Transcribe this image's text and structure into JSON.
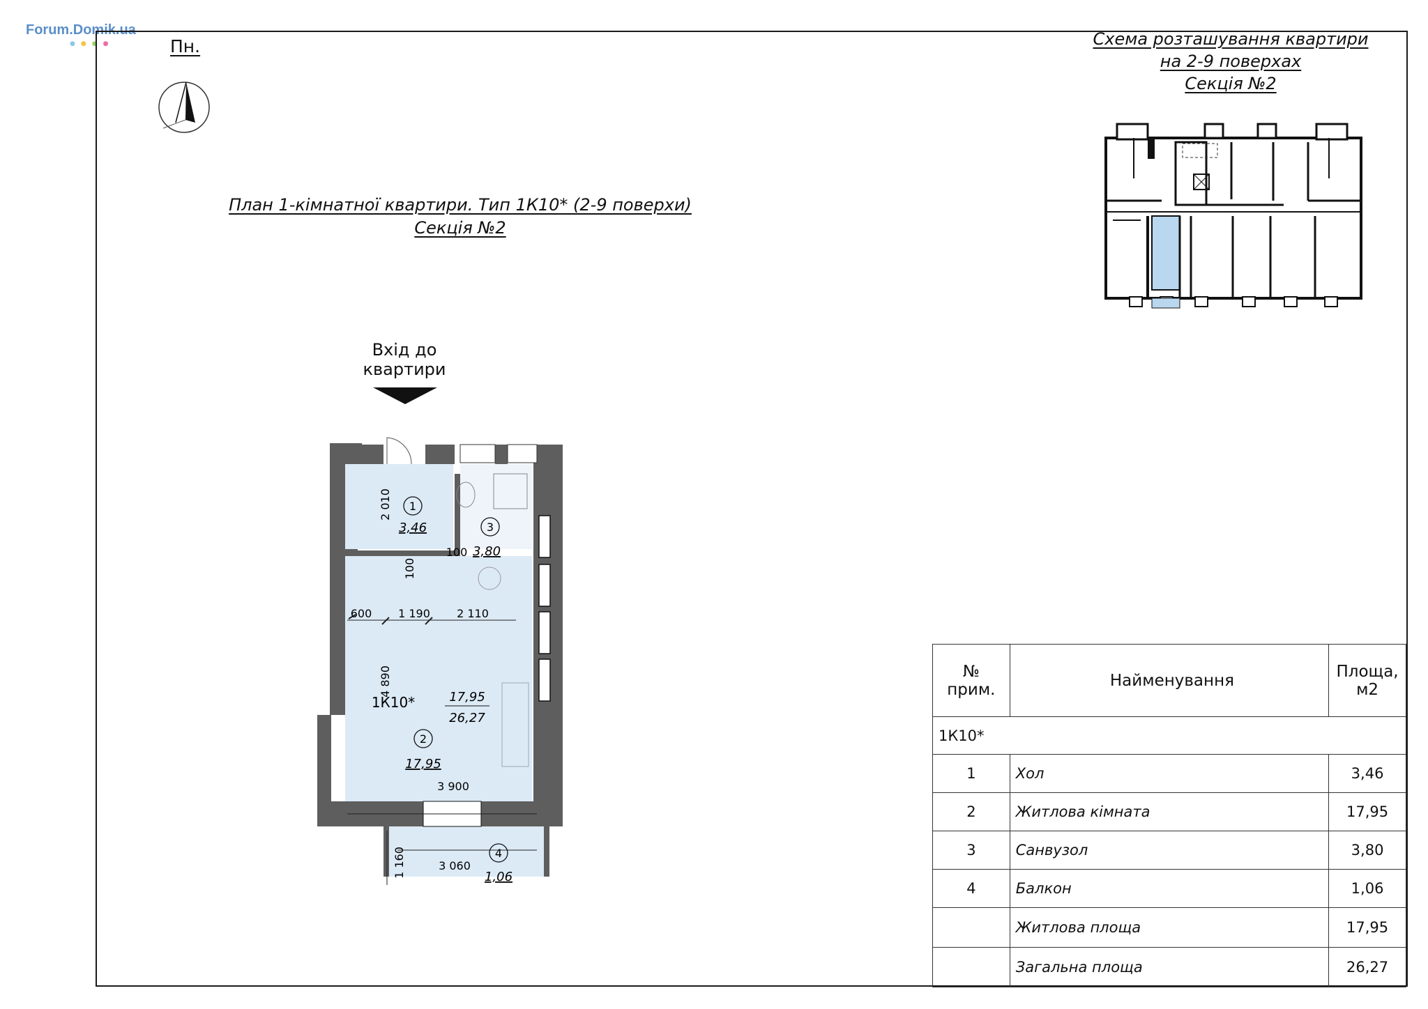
{
  "watermark": "Forum.Domik.ua",
  "north_label": "Пн.",
  "scheme_title": [
    "Схема розташування квартири",
    "на 2-9 поверхах",
    "Секція №2"
  ],
  "plan_title": [
    "План 1-кімнатної квартири. Тип 1К10* (2-9 поверхи)",
    "Секція №2"
  ],
  "entrance_label": [
    "Вхід до",
    "квартири"
  ],
  "rooms": [
    {
      "num": "1",
      "area": "3,46"
    },
    {
      "num": "2",
      "area": "17,95"
    },
    {
      "num": "3",
      "area": "3,80"
    },
    {
      "num": "4",
      "area": "1,06"
    }
  ],
  "apartment": {
    "type": "1К10*",
    "living_area": "17,95",
    "total_area": "26,27"
  },
  "dimensions": {
    "hall_height": "2 010",
    "partition_a": "100",
    "partition_b": "100",
    "wall_left": "600",
    "span_a": "1 190",
    "span_b": "2 110",
    "room_height": "4 890",
    "room_width": "3 900",
    "balcony_width": "3 060",
    "balcony_depth": "1 160"
  },
  "table": {
    "headers": [
      "№\nприм.",
      "Найменування",
      "Площа,\nм2"
    ],
    "group": "1К10*",
    "rows": [
      {
        "num": "1",
        "name": "Хол",
        "area": "3,46"
      },
      {
        "num": "2",
        "name": "Житлова кімната",
        "area": "17,95"
      },
      {
        "num": "3",
        "name": "Санвузол",
        "area": "3,80"
      },
      {
        "num": "4",
        "name": "Балкон",
        "area": "1,06"
      }
    ],
    "totals": [
      {
        "name": "Житлова площа",
        "area": "17,95"
      },
      {
        "name": "Загальна площа",
        "area": "26,27"
      }
    ]
  },
  "colors": {
    "wall": "#5e5e5e",
    "room_fill": "#dceaf6",
    "highlight": "#b9d7ee",
    "watermark": "#5b8fc9"
  }
}
